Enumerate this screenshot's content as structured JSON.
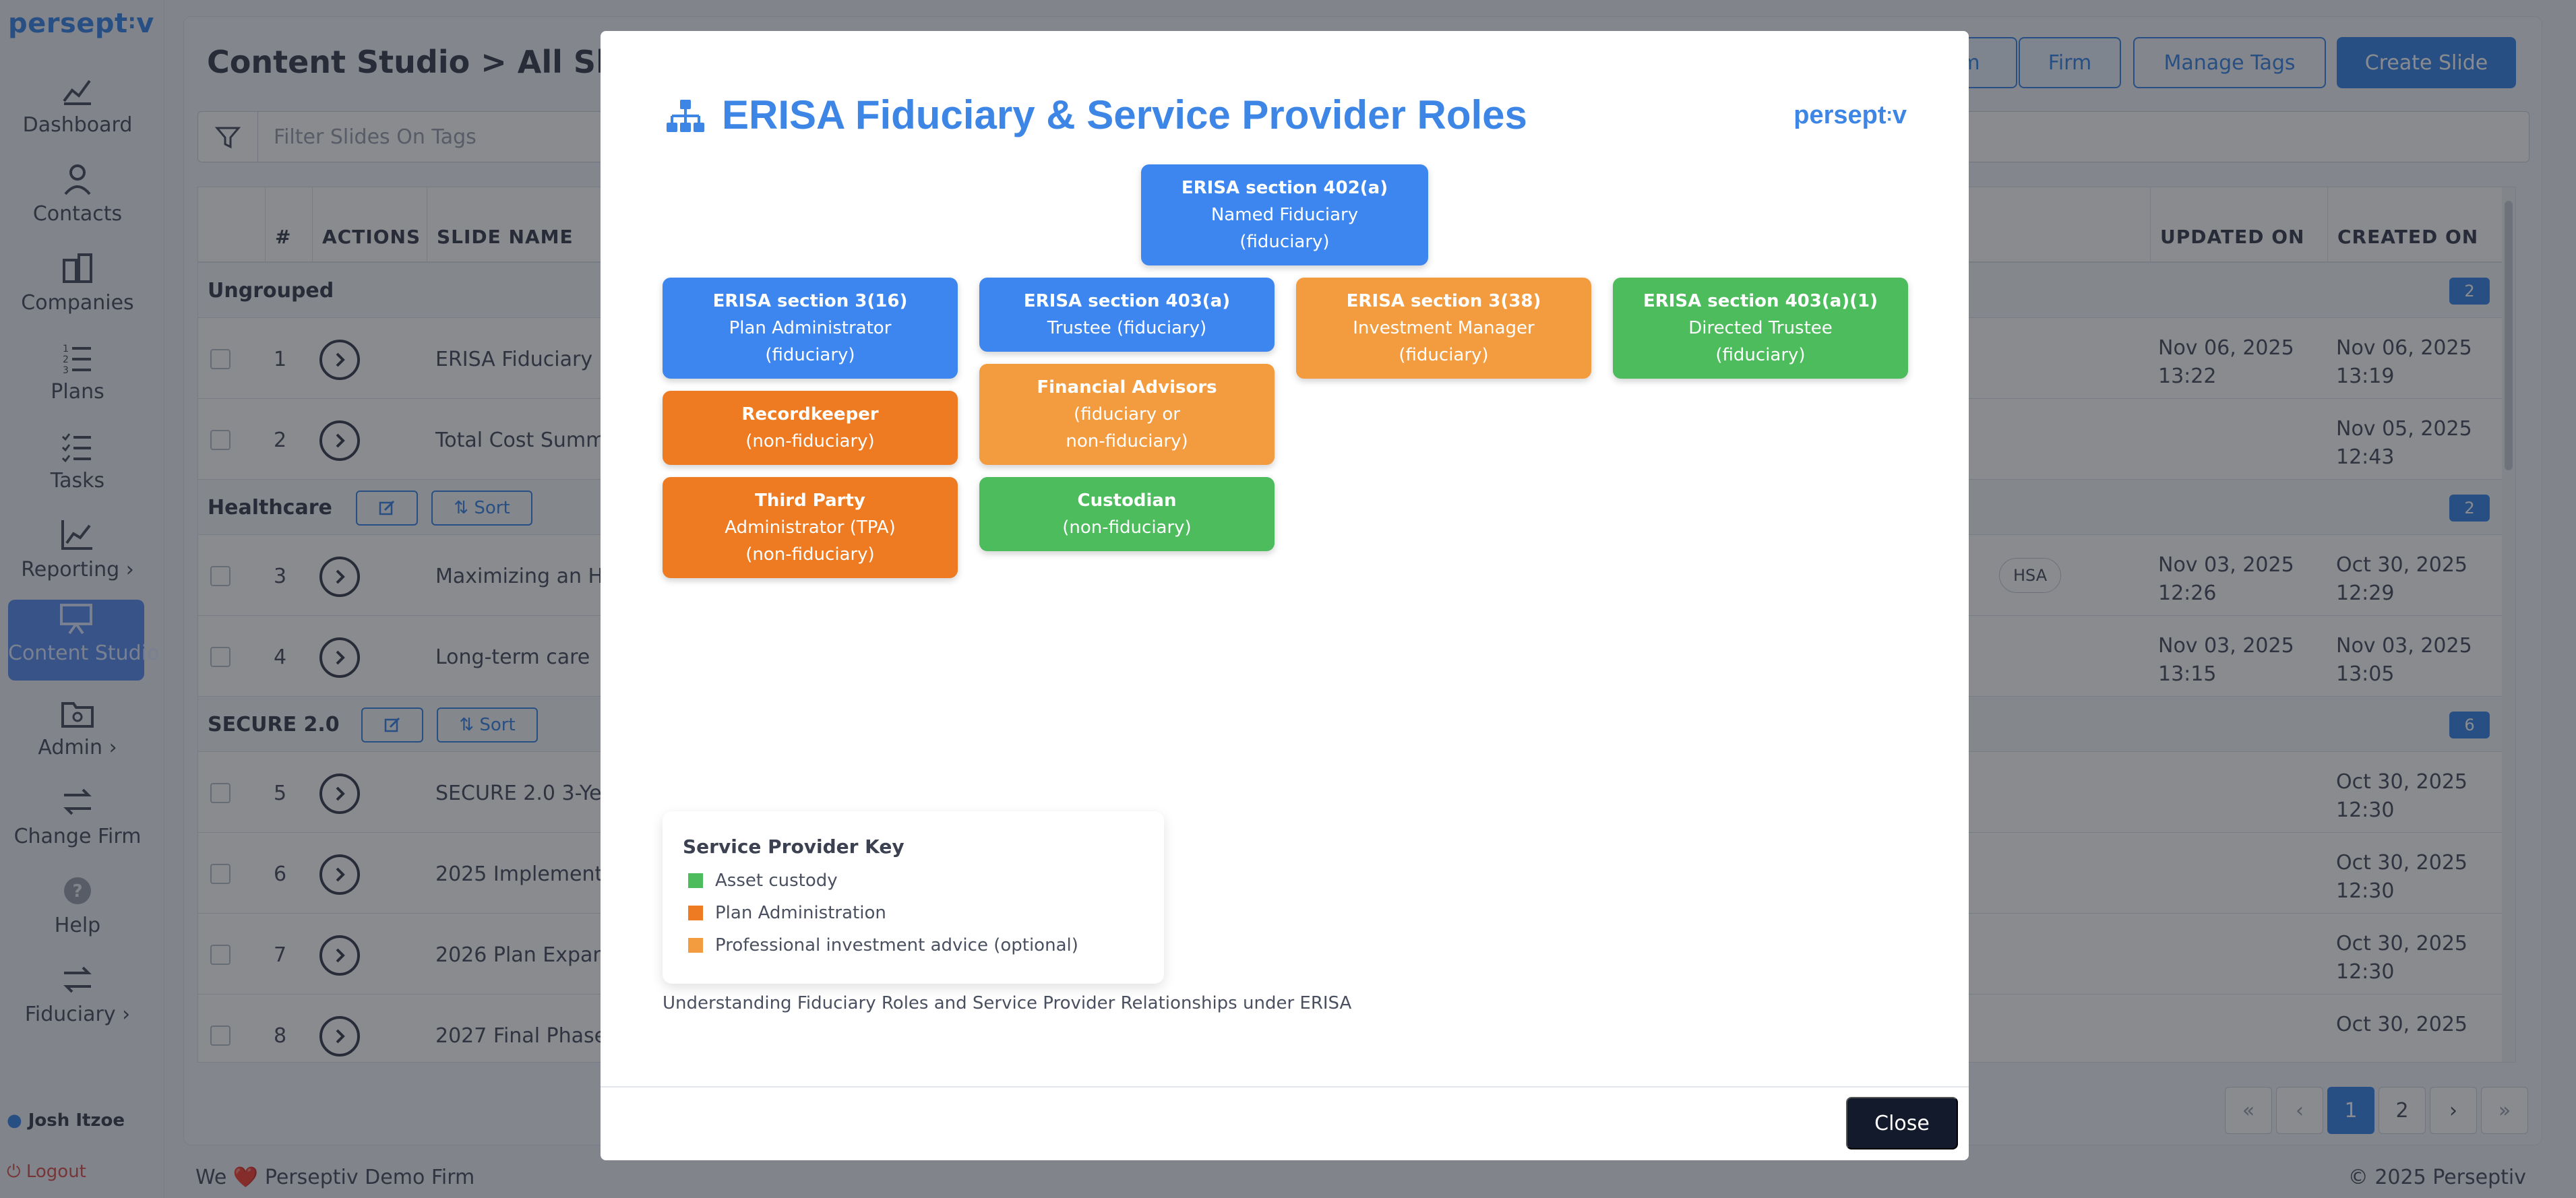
{
  "sidebar": {
    "brand": "persept",
    "brand_dots": ":",
    "brand_tail": "v",
    "items": [
      {
        "label": "Dashboard",
        "icon": "dashboard-icon"
      },
      {
        "label": "Contacts",
        "icon": "user-icon"
      },
      {
        "label": "Companies",
        "icon": "building-icon"
      },
      {
        "label": "Plans",
        "icon": "list-ordered-icon"
      },
      {
        "label": "Tasks",
        "icon": "checklist-icon"
      },
      {
        "label": "Reporting",
        "chevron": "›",
        "icon": "chart-line-icon"
      },
      {
        "label": "Content Studio",
        "icon": "presentation-icon",
        "active": true
      },
      {
        "label": "Admin",
        "chevron": "›",
        "icon": "folder-gear-icon"
      },
      {
        "label": "Change Firm",
        "icon": "swap-icon"
      },
      {
        "label": "Help",
        "icon": "help-icon",
        "glyph": "?"
      },
      {
        "label": "Fiduciary",
        "chevron": "›",
        "icon": "swap-icon"
      }
    ],
    "user": "Josh Itzoe",
    "logout": "Logout"
  },
  "header": {
    "title": "Content Studio > All Slides",
    "buttons": {
      "partial": "m",
      "firm": "Firm",
      "manage_tags": "Manage Tags",
      "create_slide": "Create Slide"
    }
  },
  "filter": {
    "placeholder": "Filter Slides On Tags"
  },
  "table": {
    "columns": {
      "num": "#",
      "actions": "ACTIONS",
      "slide_name": "SLIDE NAME",
      "updated_on": "UPDATED ON",
      "created_on": "CREATED ON"
    },
    "groups": [
      {
        "name": "Ungrouped",
        "count": "2",
        "rows": [
          {
            "num": "1",
            "name": "ERISA Fiduciary",
            "updated": [
              "Nov 06, 2025",
              "13:22"
            ],
            "created": [
              "Nov 06, 2025",
              "13:19"
            ]
          },
          {
            "num": "2",
            "name": "Total Cost Summ",
            "updated": [
              "",
              ""
            ],
            "created": [
              "Nov 05, 2025",
              "12:43"
            ]
          }
        ]
      },
      {
        "name": "Healthcare",
        "count": "2",
        "sort": "Sort",
        "rows": [
          {
            "num": "3",
            "name": "Maximizing an H",
            "tag": "HSA",
            "updated": [
              "Nov 03, 2025",
              "12:26"
            ],
            "created": [
              "Oct 30, 2025",
              "12:29"
            ]
          },
          {
            "num": "4",
            "name": "Long-term care",
            "updated": [
              "Nov 03, 2025",
              "13:15"
            ],
            "created": [
              "Nov 03, 2025",
              "13:05"
            ]
          }
        ]
      },
      {
        "name": "SECURE 2.0",
        "count": "6",
        "sort": "Sort",
        "rows": [
          {
            "num": "5",
            "name": "SECURE 2.0 3-Ye",
            "updated": [
              "",
              ""
            ],
            "created": [
              "Oct 30, 2025",
              "12:30"
            ]
          },
          {
            "num": "6",
            "name": "2025 Implement",
            "updated": [
              "",
              ""
            ],
            "created": [
              "Oct 30, 2025",
              "12:30"
            ]
          },
          {
            "num": "7",
            "name": "2026 Plan Expan",
            "updated": [
              "",
              ""
            ],
            "created": [
              "Oct 30, 2025",
              "12:30"
            ]
          },
          {
            "num": "8",
            "name": "2027 Final Phase",
            "updated": [
              "",
              ""
            ],
            "created": [
              "Oct 30, 2025",
              ""
            ]
          }
        ]
      }
    ]
  },
  "pagination": {
    "first": "«",
    "prev": "‹",
    "pages": [
      "1",
      "2"
    ],
    "next": "›",
    "last": "»",
    "current": "1"
  },
  "footer": {
    "left_prefix": "We",
    "heart": "❤️",
    "left_suffix": "Perseptiv Demo Firm",
    "right": "© 2025 Perseptiv"
  },
  "modal": {
    "title": "ERISA Fiduciary & Service Provider Roles",
    "brand": "persept",
    "brand_dots": ":",
    "brand_tail": "v",
    "boxes": {
      "named": {
        "h": "ERISA section 402(a)",
        "l1": "Named Fiduciary",
        "l2": "(fiduciary)"
      },
      "plan_admin": {
        "h": "ERISA section 3(16)",
        "l1": "Plan Administrator",
        "l2": "(fiduciary)"
      },
      "trustee": {
        "h": "ERISA section 403(a)",
        "l1": "Trustee (fiduciary)"
      },
      "inv_mgr": {
        "h": "ERISA section 3(38)",
        "l1": "Investment Manager",
        "l2": "(fiduciary)"
      },
      "dir_trustee": {
        "h": "ERISA section 403(a)(1)",
        "l1": "Directed Trustee",
        "l2": "(fiduciary)"
      },
      "recordkeeper": {
        "h": "Recordkeeper",
        "l1": "(non-fiduciary)"
      },
      "fin_adv": {
        "h": "Financial Advisors",
        "l1": "(fiduciary or",
        "l2": "non-fiduciary)"
      },
      "tpa": {
        "h": "Third Party",
        "l1": "Administrator (TPA)",
        "l2": "(non-fiduciary)"
      },
      "custodian": {
        "h": "Custodian",
        "l1": "(non-fiduciary)"
      }
    },
    "key": {
      "title": "Service Provider Key",
      "items": [
        {
          "label": "Asset custody",
          "color": "#4cbc5d"
        },
        {
          "label": "Plan Administration",
          "color": "#ee7b22"
        },
        {
          "label": "Professional investment advice (optional)",
          "color": "#f39c3f"
        }
      ]
    },
    "caption": "Understanding Fiduciary Roles and Service Provider Relationships under ERISA",
    "close": "Close"
  },
  "colors": {
    "accent": "#3d86e6",
    "fiduciary_blue": "#3d86f0",
    "plan_admin_orange": "#ee7b22",
    "advice_orange": "#f39c3f",
    "custody_green": "#4cbc5d"
  }
}
